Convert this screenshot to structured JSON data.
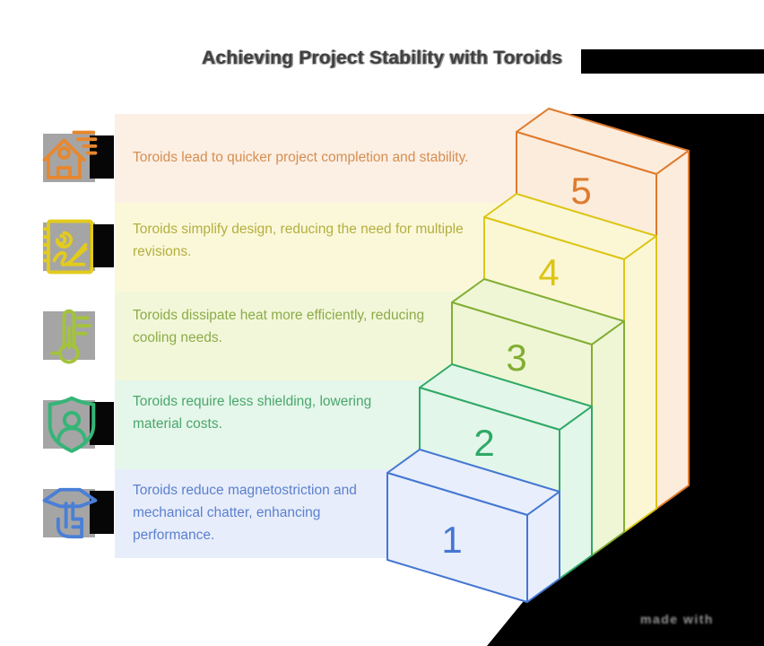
{
  "title": "Achieving Project Stability with Toroids",
  "watermark": "made with",
  "rows": [
    {
      "step": "5",
      "text": "Toroids lead to quicker project completion and stability.",
      "icon": "construction-site-icon",
      "band_color": "#fcefe4",
      "text_color": "#d58f51",
      "step_stroke_color": "#df7b2d",
      "step_fill_color": "#fcecdc"
    },
    {
      "step": "4",
      "text": "Toroids simplify design, reducing the need for multiple revisions.",
      "icon": "blueprint-revision-icon",
      "band_color": "#fbf8da",
      "text_color": "#b4af3e",
      "step_stroke_color": "#dcc515",
      "step_fill_color": "#fbf7d5"
    },
    {
      "step": "3",
      "text": "Toroids dissipate heat more efficiently, reducing cooling needs.",
      "icon": "thermometer-icon",
      "band_color": "#f2f7d9",
      "text_color": "#8cab49",
      "step_stroke_color": "#82ae33",
      "step_fill_color": "#eff6d6"
    },
    {
      "step": "2",
      "text": "Toroids require less shielding, lowering material costs.",
      "icon": "shield-person-icon",
      "band_color": "#e5f6ea",
      "text_color": "#49a76c",
      "step_stroke_color": "#2fa966",
      "step_fill_color": "#e3f6ea"
    },
    {
      "step": "1",
      "text": "Toroids reduce magnetostriction and mechanical chatter, enhancing performance.",
      "icon": "quiet-gesture-icon",
      "band_color": "#e7edfa",
      "text_color": "#5c80cf",
      "step_stroke_color": "#4477d2",
      "step_fill_color": "#e8eefb"
    }
  ],
  "colors": {
    "title": "#404040",
    "redaction_black": "#000000",
    "watermark_gray": "#969696"
  }
}
